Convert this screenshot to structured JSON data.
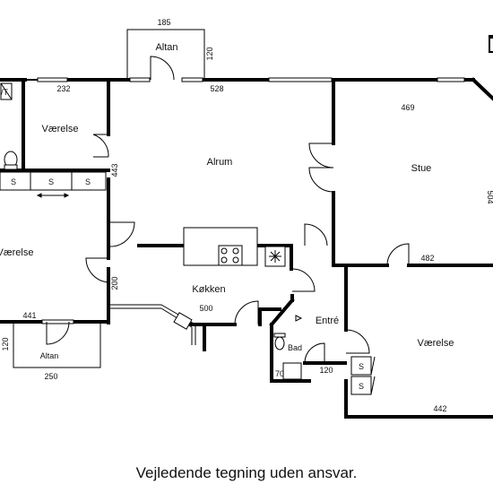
{
  "rooms": {
    "altan_top": "Altan",
    "vaerelse_top_left": "Værelse",
    "alrum": "Alrum",
    "stue": "Stue",
    "vaerelse_left": "Værelse",
    "koekken": "Køkken",
    "entre": "Entré",
    "bad": "Bad",
    "vaerelse_bottom_right": "Værelse",
    "altan_bottom": "Altan"
  },
  "dimensions": {
    "d185": "185",
    "d120_top": "120",
    "d232": "232",
    "d528": "528",
    "d469": "469",
    "d443": "443",
    "d504": "504",
    "d482": "482",
    "d200": "200",
    "d500": "500",
    "d441": "441",
    "d120_left": "120",
    "d250": "250",
    "d70": "70",
    "d120_bad": "120",
    "d442": "442"
  },
  "fixtures": {
    "wardrobe_letter": "S",
    "wt_label": "/T"
  },
  "disclaimer": "Vejledende tegning uden ansvar."
}
